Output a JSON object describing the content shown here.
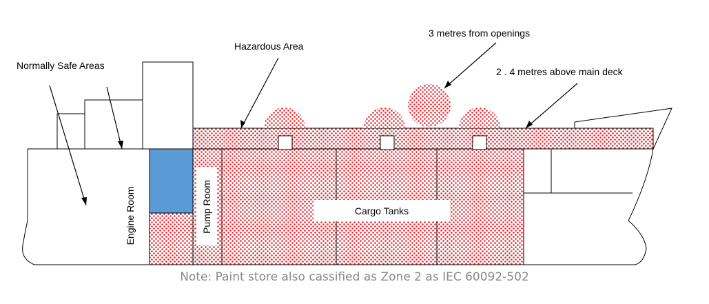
{
  "labels": {
    "normally_safe": "Normally Safe Areas",
    "hazardous": "Hazardous Area",
    "openings": "3 metres from openings",
    "above_deck": "2 . 4 metres above main deck",
    "engine_room": "Engine Room",
    "pump_room": "Pump Room",
    "cargo_tanks": "Cargo Tanks"
  },
  "note": "Note: Paint store also cassified as Zone 2 as IEC 60092-502",
  "colors": {
    "hazard_dots": "#e8222a",
    "safe_fill": "#5b9bd5",
    "outline": "#000000",
    "note_text": "#8a8a8a"
  }
}
